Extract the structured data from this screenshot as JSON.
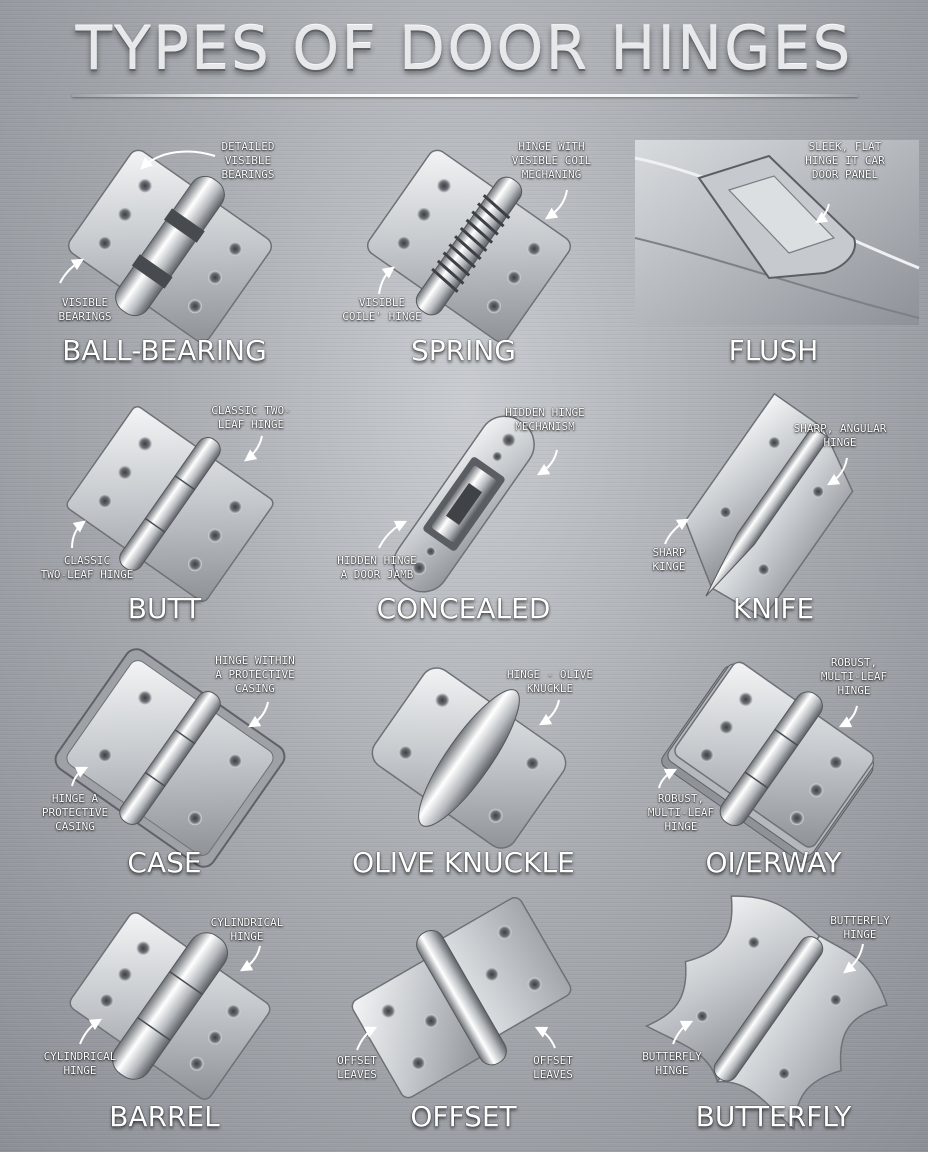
{
  "title": "TYPES OF DOOR HINGES",
  "hinges": [
    {
      "name": "BALL-BEARING",
      "callout_top": "DETAILED\nVISIBLE\nBEARINGS",
      "callout_bottom": "VISIBLE\nBEARINGS"
    },
    {
      "name": "SPRING",
      "callout_top": "HINGE WITH\nVISIBLE COIL\nMECHANING",
      "callout_bottom": "VISIBLE\nCOILE' HINGE"
    },
    {
      "name": "FLUSH",
      "callout_top": "SLEEK, FLAT\nHINGE IT CAR\nDOOR PANEL"
    },
    {
      "name": "BUTT",
      "callout_top": "CLASSIC TWO-\nLEAF HINGE",
      "callout_bottom": "CLASSIC\nTWO-LEAF HINGE"
    },
    {
      "name": "CONCEALED",
      "callout_top": "HIDDEN HINGE\nMECHANISM",
      "callout_bottom": "HIDDEN HINGE\nA DOOR JAMB"
    },
    {
      "name": "KNIFE",
      "callout_top": "SHARP, ANGULAR\nHINGE",
      "callout_bottom": "SHARP\nKINGE"
    },
    {
      "name": "CASE",
      "callout_top": "HINGE WITHIN\nA PROTECTIVE\nCASING",
      "callout_bottom": "HINGE A\nPROTECTIVE\nCASING"
    },
    {
      "name": "OLIVE KNUCKLE",
      "callout_top": "HINGE - OLIVE\nKNUCKLE"
    },
    {
      "name": "OI/ERWAY",
      "callout_top": "ROBUST,\nMULTI-LEAF\nHINGE",
      "callout_bottom": "ROBUST,\nMULTI-LEAF\nHINGE"
    },
    {
      "name": "BARREL",
      "callout_top": "CYLINDRICAL\nHINGE",
      "callout_bottom": "CYLINDRICAL\nHINGE"
    },
    {
      "name": "OFFSET",
      "callout_bottom": "OFFSET\nLEAVES",
      "callout_bottom2": "OFFSET\nLEAVES"
    },
    {
      "name": "BUTTERFLY",
      "callout_top": "BUTTERFLY\nHINGE",
      "callout_bottom": "BUTTERFLY\nHINGE"
    }
  ]
}
